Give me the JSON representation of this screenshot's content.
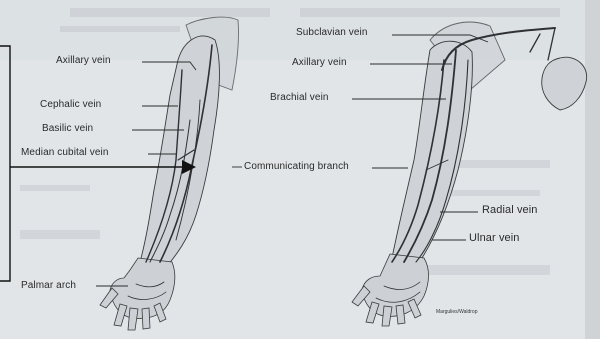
{
  "left_arm": {
    "labels": {
      "axillary": "Axillary vein",
      "cephalic": "Cephalic vein",
      "basilic": "Basilic vein",
      "median_cubital": "Median cubital vein",
      "palmar": "Palmar arch"
    }
  },
  "right_arm": {
    "labels": {
      "subclavian": "Subclavian vein",
      "axillary": "Axillary vein",
      "brachial": "Brachial vein",
      "communicating": "Communicating branch",
      "radial": "Radial vein",
      "ulnar": "Ulnar vein"
    },
    "credit": "Margulies/Waldrop"
  },
  "colors": {
    "background": "#e4e6e8",
    "ink": "#2b2b2b",
    "arm_fill": "#cfd3d7"
  }
}
